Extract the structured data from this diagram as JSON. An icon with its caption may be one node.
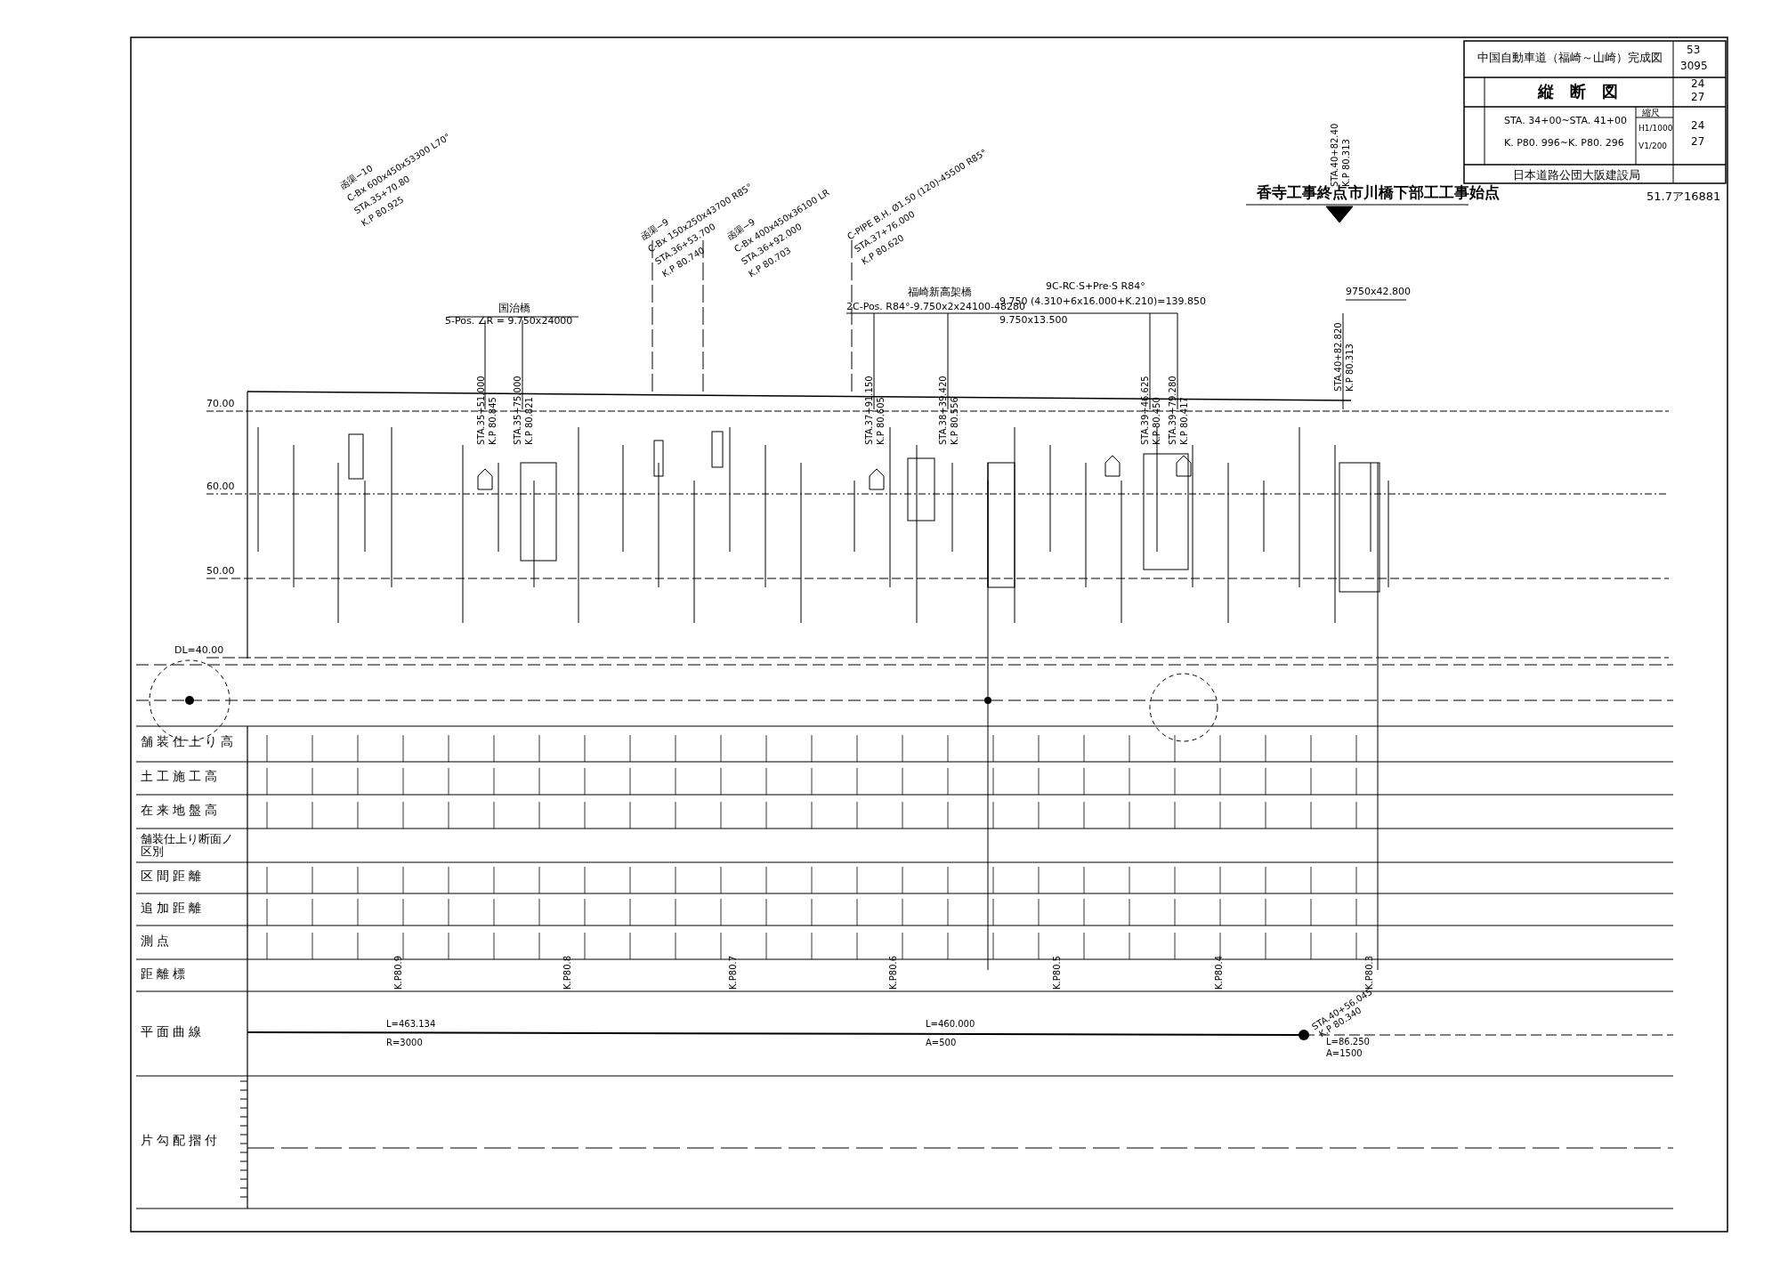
{
  "diagram": {
    "title": "縦断図",
    "labels": [
      "中国自動車道（福崎～山崎）完成図",
      "53",
      "3095",
      "24",
      "27",
      "縮尺",
      "STA. 34+00~STA. 41+00",
      "K. P80. 996~K. P80. 296",
      "H1/1000",
      "V1/200",
      "24",
      "27",
      "日本道路公団大阪建設局",
      "51.7ア16881",
      "函渠−10",
      "C-Bx 600x450x53300 L70°",
      "STA.35+70.80",
      "K.P 80.925",
      "函渠−9",
      "C-Bx 150x250x43700 R85°",
      "STA.36+53.700",
      "K.P 80.740",
      "函渠−9",
      "C-Bx 400x450x36100 LR",
      "STA.36+92.000",
      "K.P 80.703",
      "C-PIPE B.H. Ø1.50 (120)-45500 R85°",
      "STA.37+76.000",
      "K.P 80.620",
      "国治橋",
      "5-Pos. ∠R = 9.750x24000",
      "STA.35+51.000",
      "K.P 80.845",
      "STA.35+75.000",
      "K.P 80.821",
      "福崎新高架橋",
      "9C-RC·S+Pre·S R84°",
      "2C-Pos. R84°-9.750x2x24100-48280",
      "9.750 (4.310+6x16.000+K.210)=139.850",
      "9.750x13.500",
      "STA.37+91.150",
      "K.P 80.605",
      "STA.38+39.420",
      "K.P 80.556",
      "STA.39+46.625",
      "K.P 80.450",
      "STA.39+79.280",
      "K.P 80.417",
      "STA.40+82.40",
      "K.P 80.313",
      "香寺工事終点",
      "市川橋下部工工事始点",
      "9750x42.800",
      "STA.40+82.820",
      "K.P 80.313",
      "70.00",
      "60.00",
      "50.00",
      "DL=40.00",
      "舗装仕上り高",
      "土工施工高",
      "在来地盤高",
      "舗装仕上り断面ノ区別",
      "区間距離",
      "追加距離",
      "測点",
      "距離標",
      "平面曲線",
      "片勾配摺付",
      "K.P80.9",
      "K.P80.8",
      "K.P80.7",
      "K.P80.6",
      "K.P80.5",
      "K.P80.4",
      "K.P80.3",
      "L=463.134",
      "R=3000",
      "L=460.000",
      "A=500",
      "STA.40+56.045",
      "K.P 80.340",
      "L=86.250",
      "A=1500"
    ]
  }
}
